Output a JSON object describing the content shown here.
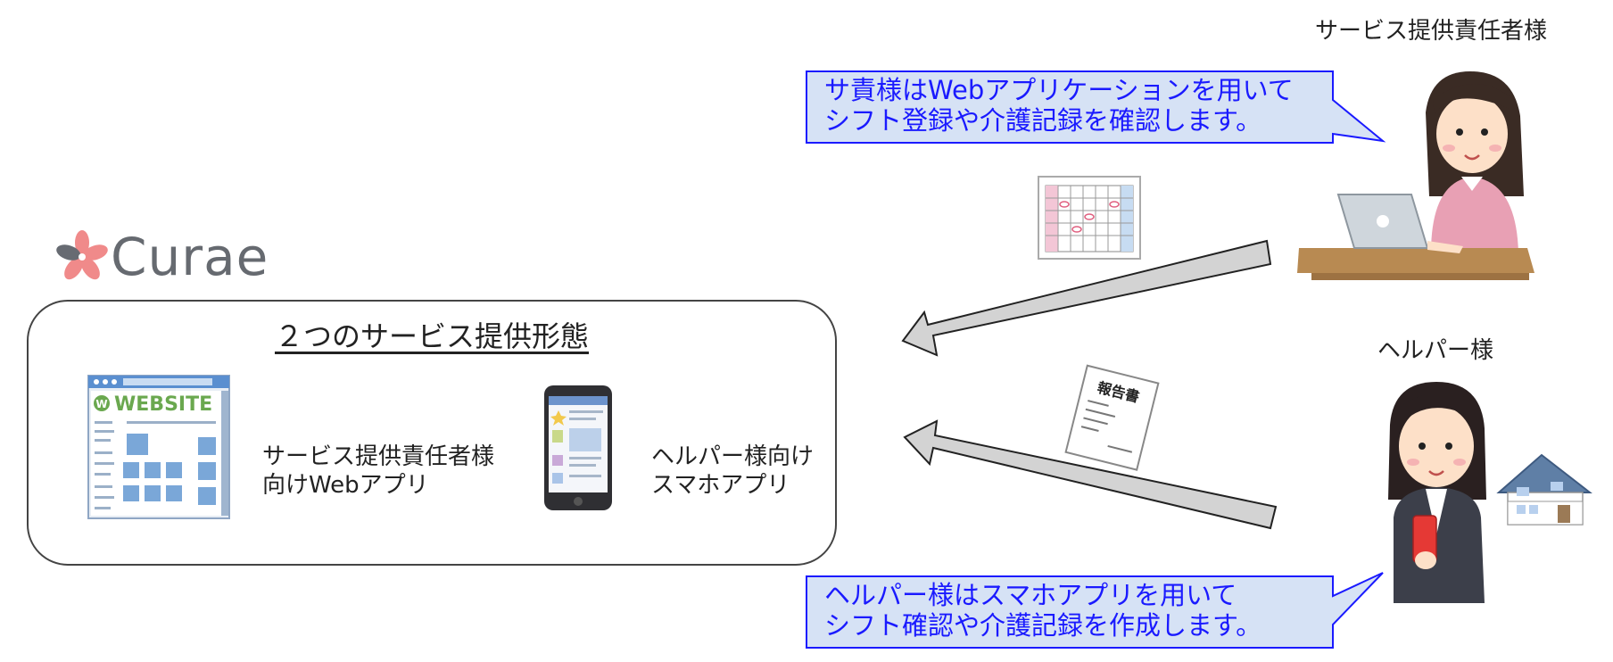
{
  "logo": {
    "brand": "Curae",
    "icon": "sakura-flower-icon"
  },
  "service_box": {
    "title": "２つのサービス提供形態",
    "web_app_label": [
      "サービス提供責任者様",
      "向けWebアプリ"
    ],
    "mobile_app_label": [
      "ヘルパー様向け",
      "スマホアプリ"
    ],
    "website_icon_text": "WEBSITE"
  },
  "roles": {
    "manager": "サービス提供責任者様",
    "helper": "ヘルパー様"
  },
  "callouts": {
    "manager": [
      "サ責様はWebアプリケーションを用いて",
      "シフト登録や介護記録を確認します。"
    ],
    "helper": [
      "ヘルパー様はスマホアプリを用いて",
      "シフト確認や介護記録を作成します。"
    ]
  },
  "documents": {
    "report_title": "報告書"
  },
  "colors": {
    "callout_fill": "#d6e2f5",
    "callout_border": "#1a1aff",
    "callout_text": "#1a1aff",
    "arrow_fill": "#d3d3d3",
    "logo_pink": "#f08080",
    "logo_gray": "#666a70"
  }
}
